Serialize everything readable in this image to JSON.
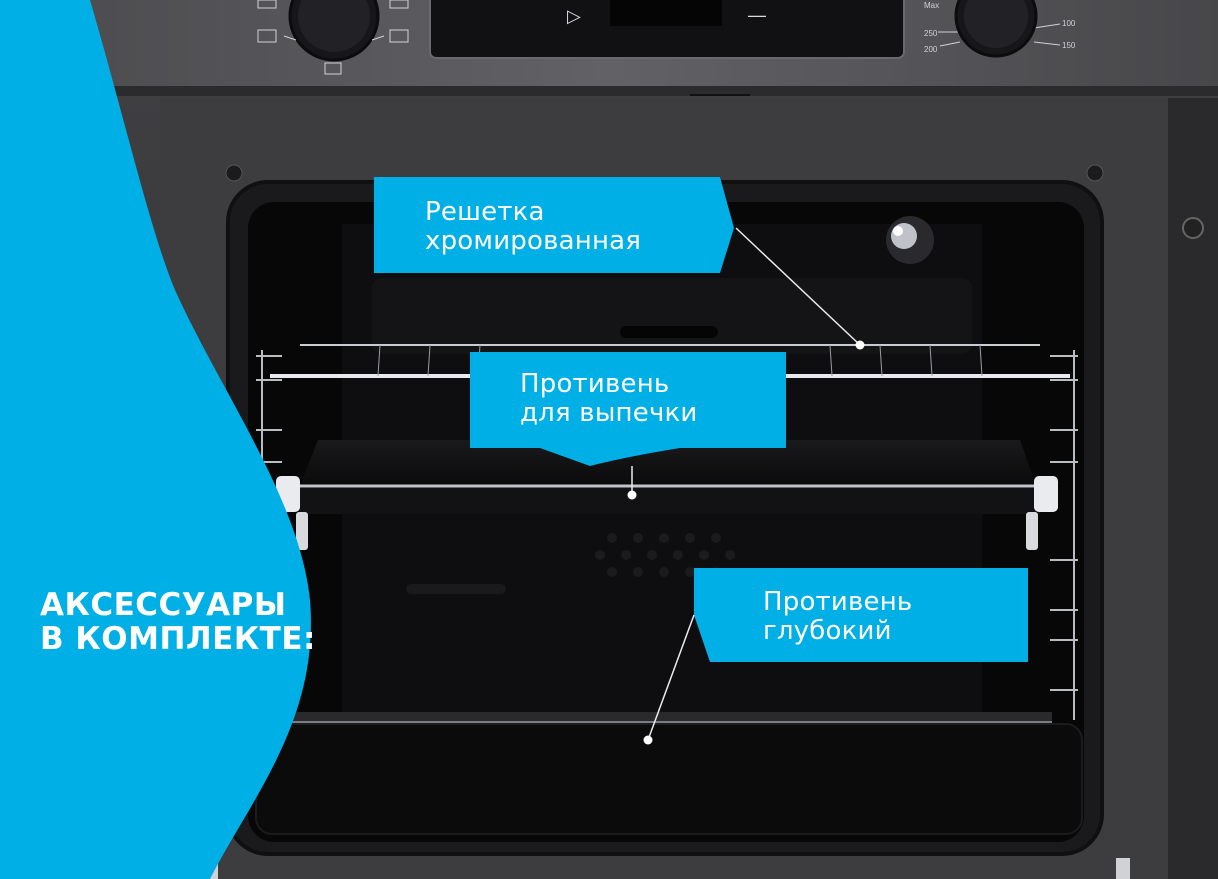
{
  "headline": {
    "line1": "АКСЕССУАРЫ",
    "line2": "В КОМПЛЕКТЕ:"
  },
  "callouts": [
    {
      "line1": "Решетка",
      "line2": "хромированная"
    },
    {
      "line1": "Противень",
      "line2": "для выпечки"
    },
    {
      "line1": "Противень",
      "line2": "глубокий"
    }
  ],
  "control_panel": {
    "play_symbol": "▷",
    "dash_symbol": "—",
    "temperature_labels": [
      "Max",
      "250",
      "200",
      "100",
      "150"
    ]
  },
  "colors": {
    "accent_blue": "#00afe5",
    "oven_frame": "#3a3a3c",
    "cavity": "#070708"
  }
}
